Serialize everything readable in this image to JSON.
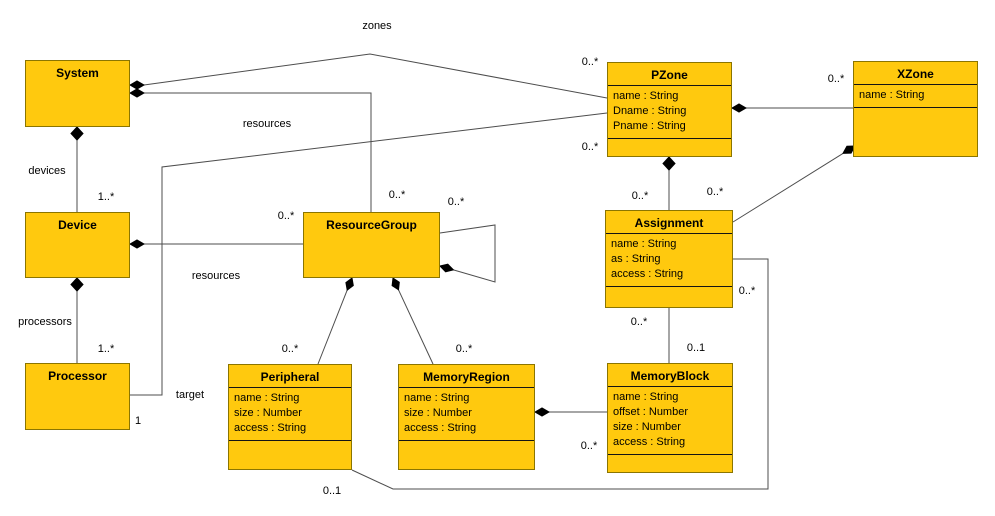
{
  "diagram": {
    "type": "uml-class-diagram",
    "colors": {
      "class_fill": "#FFC90E",
      "class_border": "#8B7500",
      "compartment_separator": "#141414",
      "edge_line": "#4D4D4D",
      "text": "#000000",
      "background": "#FFFFFF"
    },
    "classes": {
      "system": {
        "name": "System",
        "attributes": []
      },
      "device": {
        "name": "Device",
        "attributes": []
      },
      "processor": {
        "name": "Processor",
        "attributes": []
      },
      "resource_group": {
        "name": "ResourceGroup",
        "attributes": []
      },
      "peripheral": {
        "name": "Peripheral",
        "attributes": [
          "name : String",
          "size : Number",
          "access : String"
        ]
      },
      "memory_region": {
        "name": "MemoryRegion",
        "attributes": [
          "name : String",
          "size : Number",
          "access : String"
        ]
      },
      "memory_block": {
        "name": "MemoryBlock",
        "attributes": [
          "name : String",
          "offset : Number",
          "size : Number",
          "access : String"
        ]
      },
      "assignment": {
        "name": "Assignment",
        "attributes": [
          "name : String",
          "as : String",
          "access : String"
        ]
      },
      "pzone": {
        "name": "PZone",
        "attributes": [
          "name : String",
          "Dname : String",
          "Pname : String"
        ]
      },
      "xzone": {
        "name": "XZone",
        "attributes": [
          "name : String"
        ]
      }
    },
    "labels": {
      "zones": "zones",
      "resources_system": "resources",
      "resources_device": "resources",
      "devices": "devices",
      "processors": "processors",
      "target": "target",
      "mult_devices": "1..*",
      "mult_processors": "1..*",
      "mult_processor_target": "1",
      "mult_rg_of_device": "0..*",
      "mult_rg_of_system": "0..*",
      "mult_rg_self": "0..*",
      "mult_peripheral_of_rg": "0..*",
      "mult_memoryregion_of_rg": "0..*",
      "mult_pzone_zones": "0..*",
      "mult_pzone_target": "0..*",
      "mult_xzone_of_pzone": "0..*",
      "mult_assignment_of_pzone": "0..*",
      "mult_assignment_of_xzone": "0..*",
      "mult_assignment_mb": "0..*",
      "mult_mb_of_assignment": "0..1",
      "mult_assignment_of_peripheral": "0..*",
      "mult_peripheral_of_assignment": "0..1",
      "mult_mb_of_memoryregion": "0..*"
    },
    "relationships": [
      {
        "from": "System",
        "to": "PZone",
        "type": "composition",
        "label": "zones",
        "to_multiplicity": "0..*"
      },
      {
        "from": "System",
        "to": "ResourceGroup",
        "type": "composition",
        "label": "resources",
        "to_multiplicity": "0..*"
      },
      {
        "from": "System",
        "to": "Device",
        "type": "composition",
        "label": "devices",
        "to_multiplicity": "1..*"
      },
      {
        "from": "Device",
        "to": "Processor",
        "type": "composition",
        "label": "processors",
        "to_multiplicity": "1..*"
      },
      {
        "from": "Device",
        "to": "ResourceGroup",
        "type": "composition",
        "label": "resources",
        "to_multiplicity": "0..*"
      },
      {
        "from": "ResourceGroup",
        "to": "ResourceGroup",
        "type": "composition",
        "to_multiplicity": "0..*"
      },
      {
        "from": "ResourceGroup",
        "to": "Peripheral",
        "type": "composition",
        "to_multiplicity": "0..*"
      },
      {
        "from": "ResourceGroup",
        "to": "MemoryRegion",
        "type": "composition",
        "to_multiplicity": "0..*"
      },
      {
        "from": "PZone",
        "to": "Processor",
        "type": "association",
        "label": "target",
        "from_multiplicity": "0..*",
        "to_multiplicity": "1"
      },
      {
        "from": "PZone",
        "to": "XZone",
        "type": "composition",
        "to_multiplicity": "0..*"
      },
      {
        "from": "PZone",
        "to": "Assignment",
        "type": "composition",
        "to_multiplicity": "0..*"
      },
      {
        "from": "XZone",
        "to": "Assignment",
        "type": "composition",
        "to_multiplicity": "0..*"
      },
      {
        "from": "Assignment",
        "to": "MemoryBlock",
        "type": "association",
        "from_multiplicity": "0..*",
        "to_multiplicity": "0..1"
      },
      {
        "from": "Assignment",
        "to": "Peripheral",
        "type": "association",
        "from_multiplicity": "0..*",
        "to_multiplicity": "0..1"
      },
      {
        "from": "MemoryRegion",
        "to": "MemoryBlock",
        "type": "composition",
        "to_multiplicity": "0..*"
      }
    ]
  }
}
